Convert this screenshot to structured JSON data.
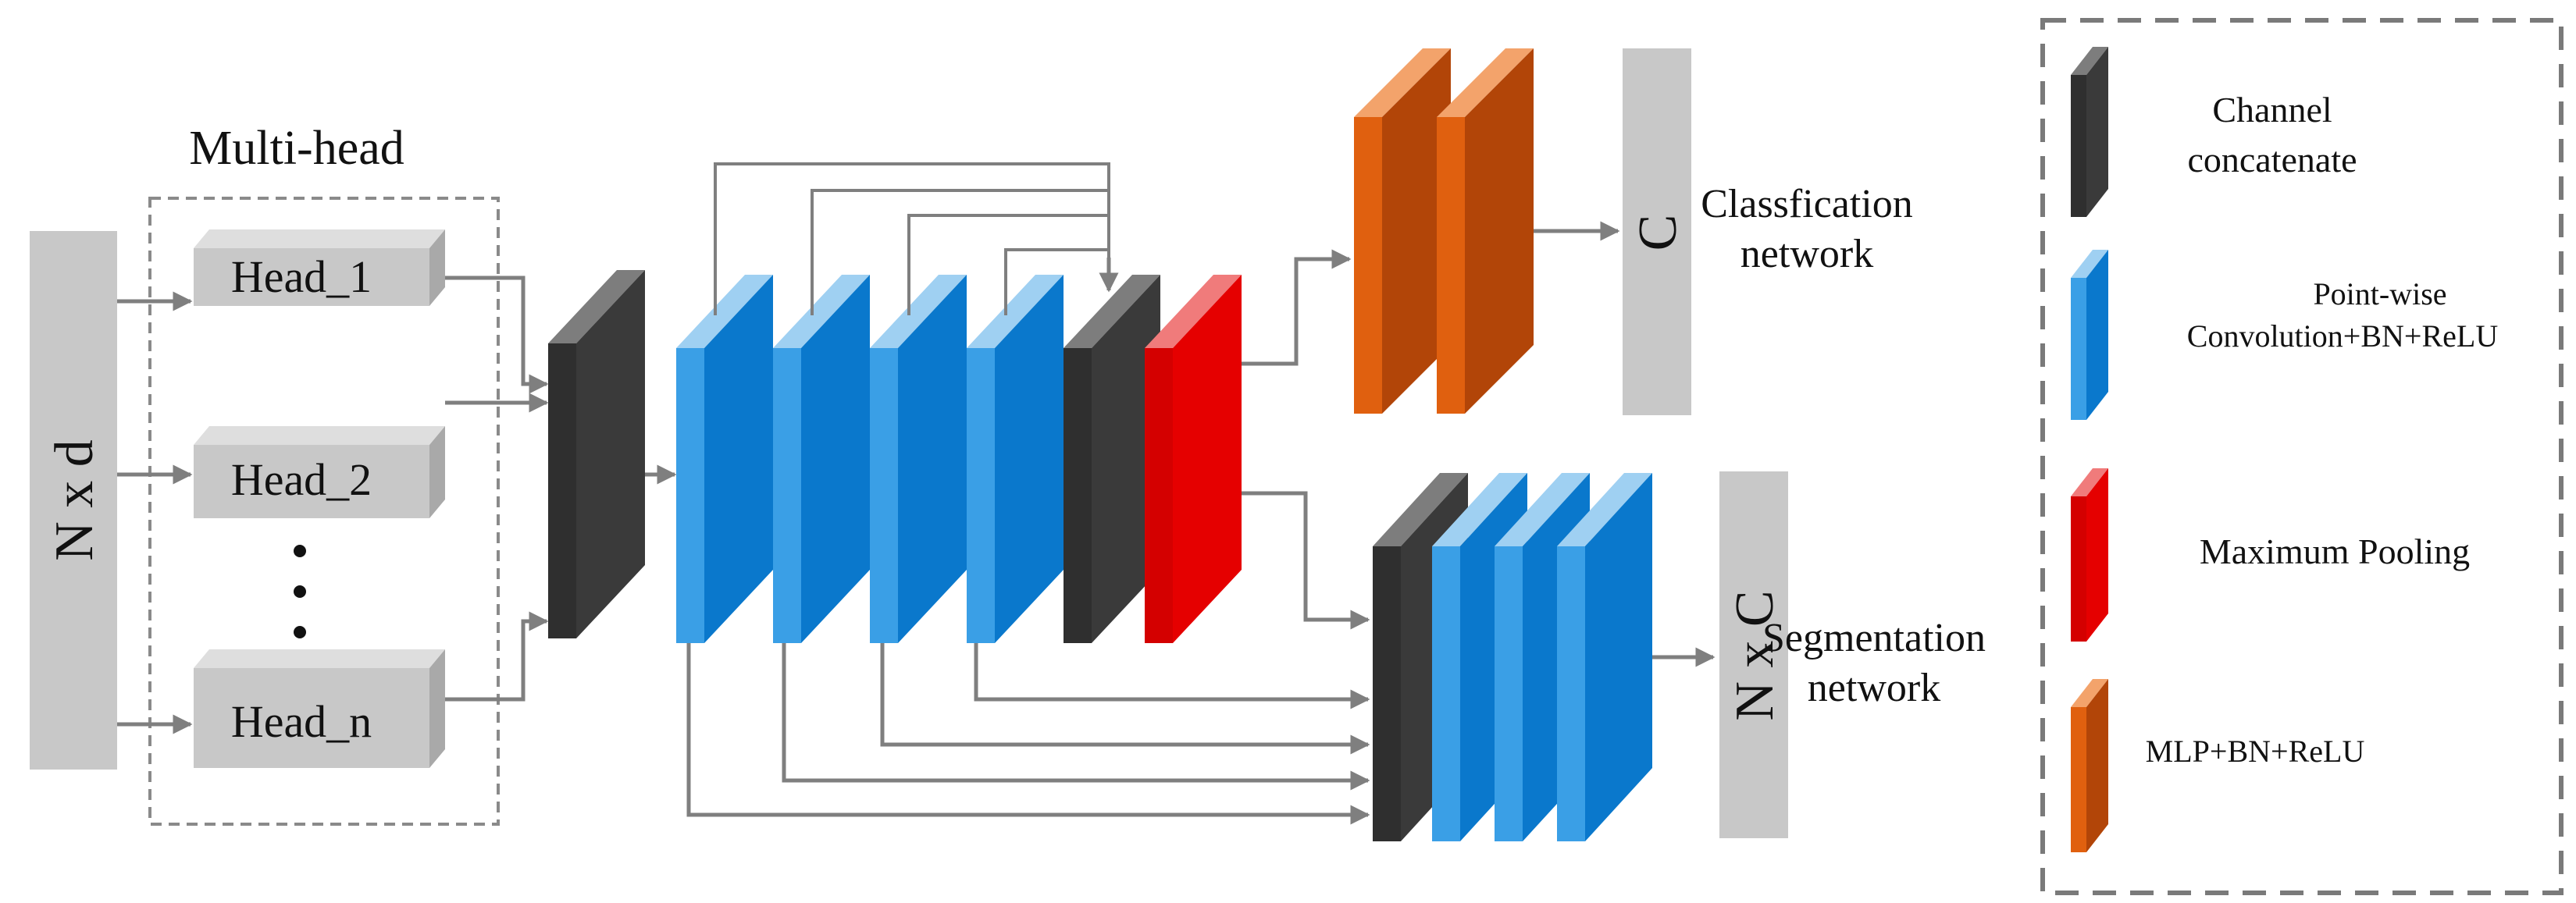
{
  "input_label": "N x d",
  "multihead": {
    "title": "Multi-head",
    "heads": [
      "Head_1",
      "Head_2",
      "Head_n"
    ],
    "ellipsis": "·\n·\n·"
  },
  "outputs": {
    "classification_out": "C",
    "classification_label_line1": "Classfication",
    "classification_label_line2": "network",
    "segmentation_out": "N x C",
    "segmentation_label_line1": "Segmentation",
    "segmentation_label_line2": "network"
  },
  "legend": {
    "channel_line1": "Channel",
    "channel_line2": "concatenate",
    "pointwise_line1": "Point-wise",
    "pointwise_line2": "Convolution+BN+ReLU",
    "maxpool": "Maximum Pooling",
    "mlp": "MLP+BN+ReLU"
  },
  "colors": {
    "concat": "#3a3a3a",
    "conv": "#0a78cc",
    "pool": "#e50000",
    "mlp": "#d9600f",
    "grey_block": "#c8c8c8",
    "arrow": "#7f7f7f"
  }
}
